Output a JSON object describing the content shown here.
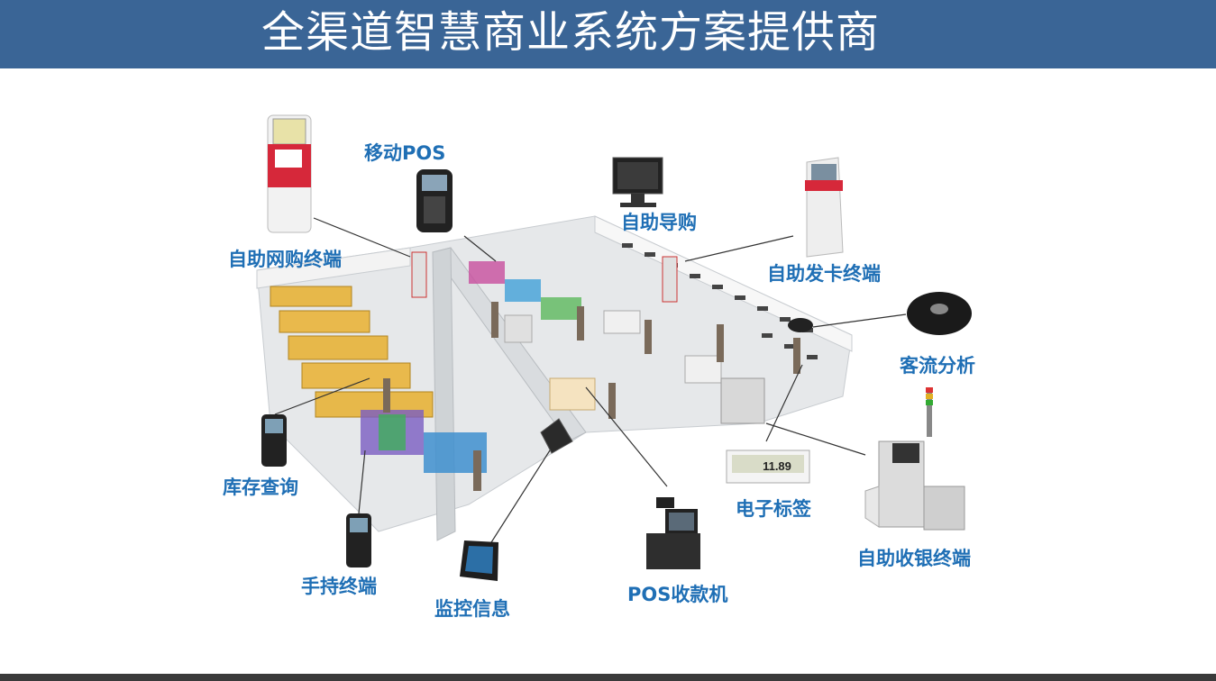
{
  "title": "全渠道智慧商业系统方案提供商",
  "colors": {
    "header": "#3a6596",
    "label": "#1f6fb5",
    "footer": "#3a3a3a"
  },
  "labels": {
    "self_online_shopping": "自助网购终端",
    "mobile_pos": "移动POS",
    "self_guide": "自助导购",
    "self_card_issuing": "自助发卡终端",
    "traffic_analysis": "客流分析",
    "inventory_query": "库存查询",
    "handheld_terminal": "手持终端",
    "monitoring_info": "监控信息",
    "pos_register": "POS收款机",
    "electronic_label": "电子标签",
    "self_checkout": "自助收银终端"
  },
  "esl_price": "11.89"
}
